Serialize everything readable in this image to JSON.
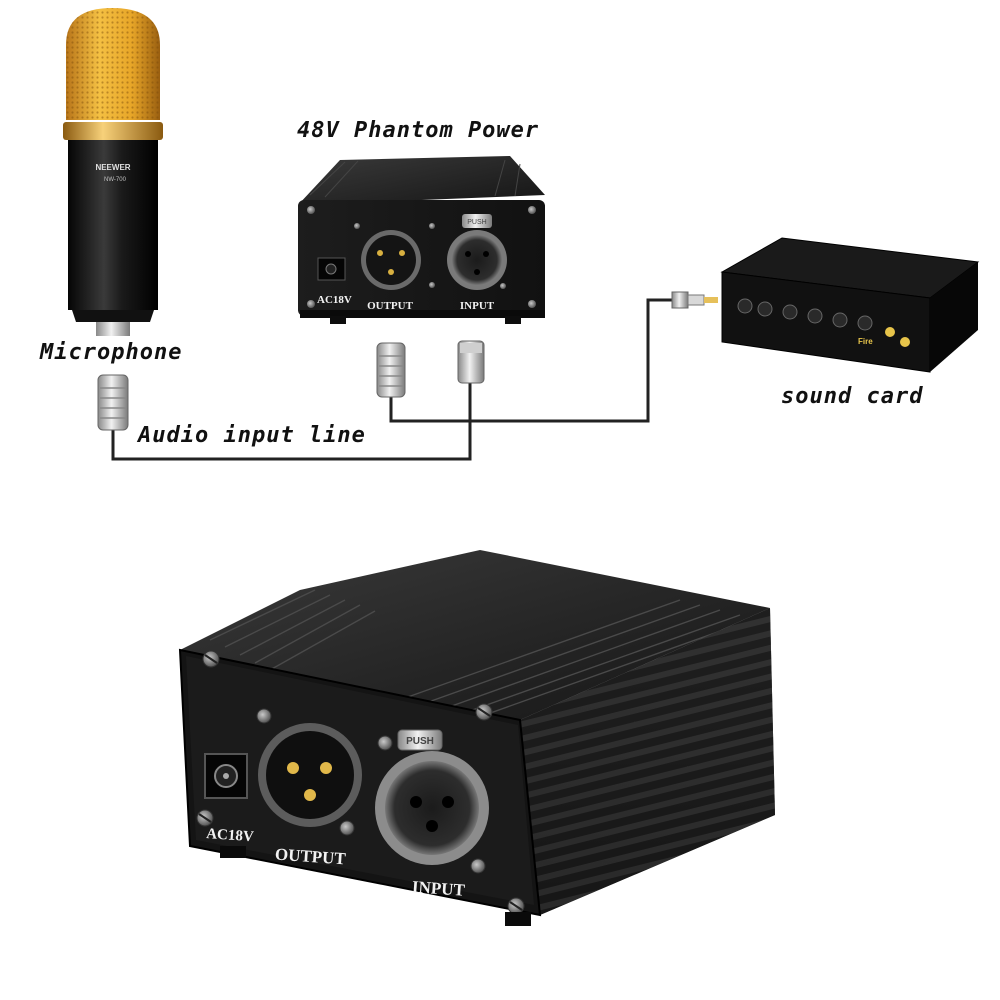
{
  "labels": {
    "microphone": "Microphone",
    "phantom_power": "48V Phantom Power",
    "sound_card": "sound card",
    "audio_input_line": "Audio input line"
  },
  "device": {
    "ac_label": "AC18V",
    "output_label": "OUTPUT",
    "input_label": "INPUT",
    "push_label": "PUSH"
  },
  "microphone_body": {
    "brand": "NEEWER",
    "model": "NW-700"
  },
  "sound_card_body": {
    "brand": "Fire"
  },
  "colors": {
    "grille": "#e7a525",
    "device_body": "#1c1c1c",
    "cable": "#222222"
  }
}
